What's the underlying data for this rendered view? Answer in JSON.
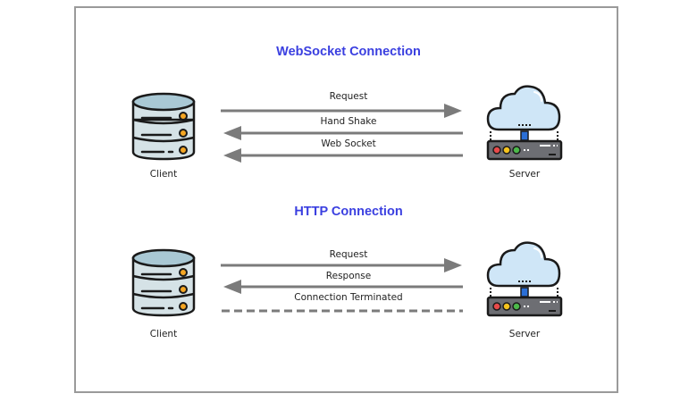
{
  "colors": {
    "title": "#3a3fe0",
    "arrow": "#7b7b7b",
    "frame": "#9a9a9a",
    "db_body": "#d5e2e6",
    "db_top": "#a9c8d4",
    "db_led": "#f5a623",
    "cloud": "#cfe6f7",
    "server_body": "#6d6e73",
    "led_red": "#e84a4a",
    "led_yellow": "#f5c31d",
    "led_green": "#4cb84a",
    "connector": "#2b6fd6"
  },
  "sections": [
    {
      "title": "WebSocket Connection",
      "client_label": "Client",
      "server_label": "Server",
      "client_icon": "database-icon",
      "server_icon": "cloud-server-icon",
      "messages": [
        {
          "label": "Request",
          "direction": "right",
          "style": "solid"
        },
        {
          "label": "Hand Shake",
          "direction": "left",
          "style": "solid"
        },
        {
          "label": "Web Socket",
          "direction": "left",
          "style": "solid"
        }
      ]
    },
    {
      "title": "HTTP Connection",
      "client_label": "Client",
      "server_label": "Server",
      "client_icon": "database-icon",
      "server_icon": "cloud-server-icon",
      "messages": [
        {
          "label": "Request",
          "direction": "right",
          "style": "solid"
        },
        {
          "label": "Response",
          "direction": "left",
          "style": "solid"
        },
        {
          "label": "Connection Terminated",
          "direction": "none",
          "style": "dashed"
        }
      ]
    }
  ]
}
